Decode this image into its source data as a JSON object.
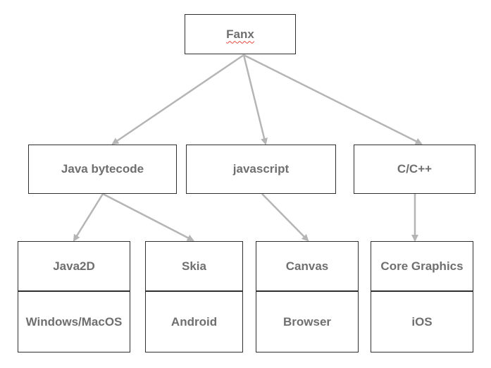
{
  "root": {
    "label": "Fanx"
  },
  "targets": [
    {
      "id": "java",
      "label": "Java bytecode"
    },
    {
      "id": "js",
      "label": "javascript"
    },
    {
      "id": "cpp",
      "label": "C/C++"
    }
  ],
  "backends": [
    {
      "id": "java2d",
      "label": "Java2D",
      "platform": "Windows/MacOS"
    },
    {
      "id": "skia",
      "label": "Skia",
      "platform": "Android"
    },
    {
      "id": "canvas",
      "label": "Canvas",
      "platform": "Browser"
    },
    {
      "id": "coregraphics",
      "label": "Core Graphics",
      "platform": "iOS"
    }
  ],
  "edges": [
    {
      "from": "root",
      "to": "java"
    },
    {
      "from": "root",
      "to": "js"
    },
    {
      "from": "root",
      "to": "cpp"
    },
    {
      "from": "java",
      "to": "java2d"
    },
    {
      "from": "java",
      "to": "skia"
    },
    {
      "from": "js",
      "to": "canvas"
    },
    {
      "from": "cpp",
      "to": "coregraphics"
    }
  ],
  "colors": {
    "arrow": "#b5b5b5",
    "border": "#2f2f2f",
    "text": "#6f6f6f",
    "spellcheck_underline": "#e0453a"
  }
}
